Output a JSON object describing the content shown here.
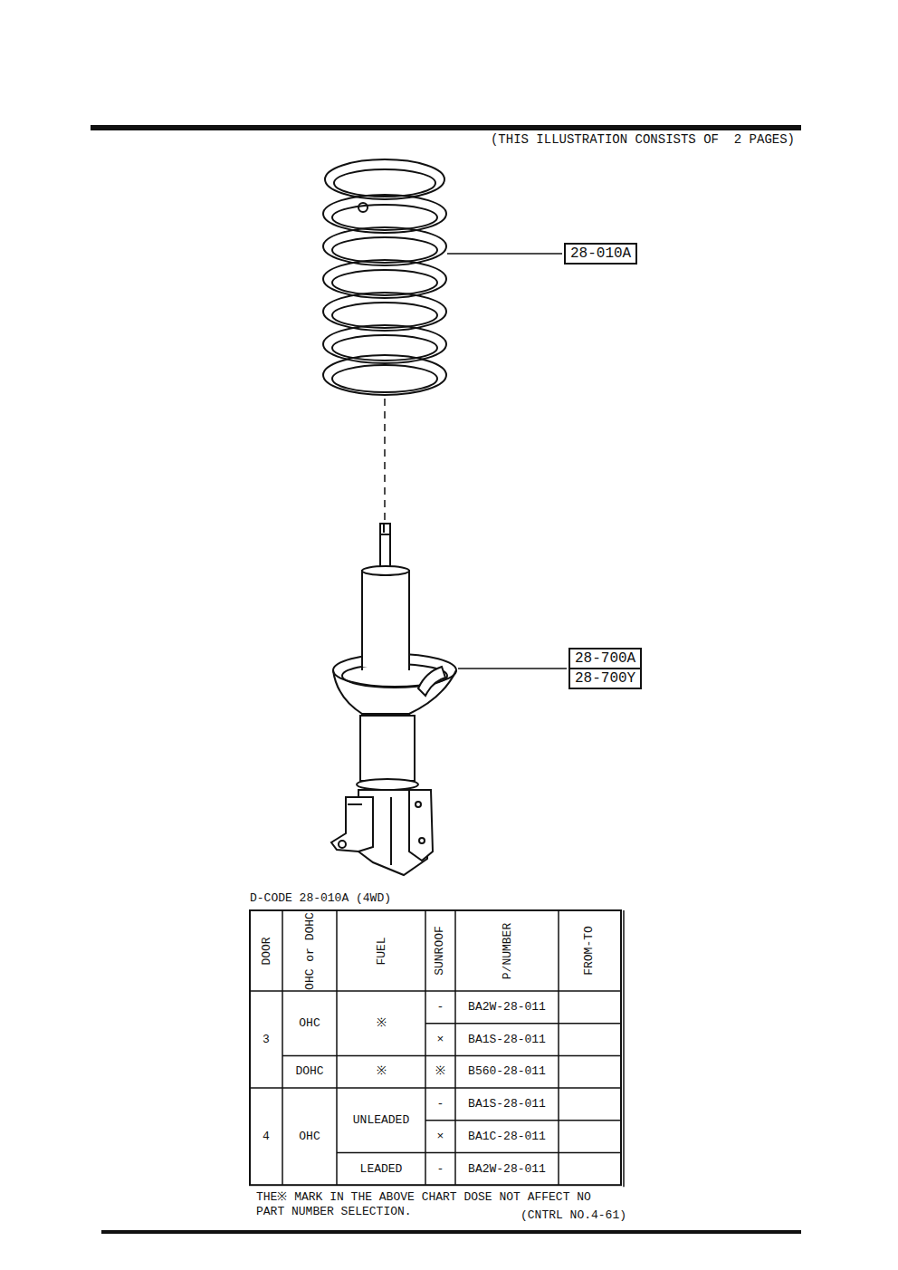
{
  "diagram": {
    "nodes": [
      {
        "text": [
          "28-010A"
        ]
      },
      {
        "text": [
          "28-700A",
          "28-700Y"
        ]
      }
    ],
    "labels": [
      "(THIS ILLUSTRATION CONSISTS OF  2 PAGES)",
      "D-CODE 28-010A (4WD)",
      "DOOR",
      "OHC or DOHC",
      "FUEL",
      "SUNROOF",
      "P/NUMBER",
      "FROM-TO",
      "3",
      "OHC",
      "※",
      "-",
      "BA2W-28-011",
      "×",
      "BA1S-28-011",
      "DOHC",
      "※",
      "※",
      "B560-28-011",
      "4",
      "OHC",
      "UNLEADED",
      "-",
      "BA1S-28-011",
      "×",
      "BA1C-28-011",
      "LEADED",
      "-",
      "BA2W-28-011",
      "THE※ MARK IN THE ABOVE CHART DOSE NOT AFFECT NO PART NUMBER SELECTION.",
      "(CNTRL NO.4-61)"
    ]
  }
}
